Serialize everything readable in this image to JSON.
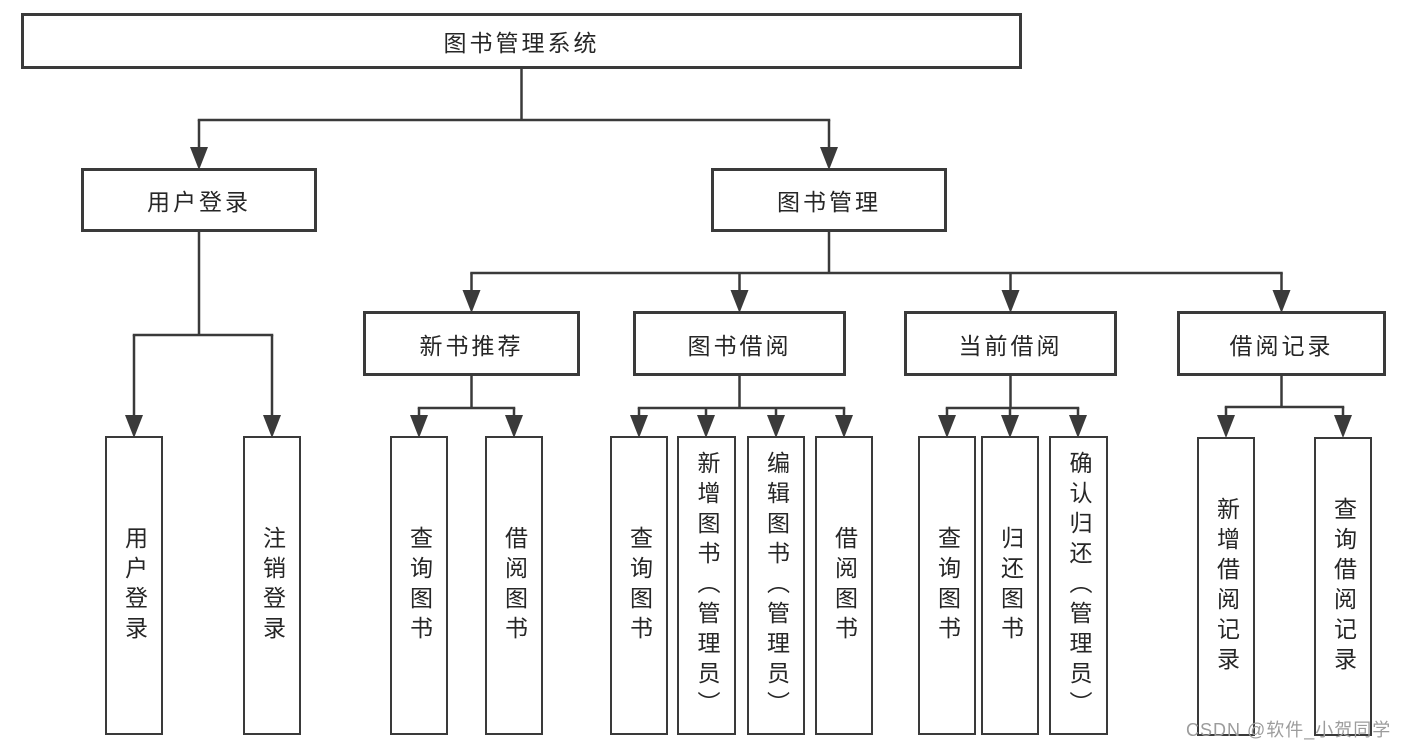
{
  "title": "图书管理系统",
  "colors": {
    "line": "#3a3a3a",
    "text": "#262626",
    "box_background": "#ffffff",
    "watermark": "#9c9c9c"
  },
  "watermark": {
    "text": "CSDN @软件_小贺同学"
  },
  "tree": {
    "root": {
      "label": "图书管理系统",
      "children": [
        {
          "label": "用户登录",
          "children": [
            {
              "label": "用户登录"
            },
            {
              "label": "注销登录"
            }
          ]
        },
        {
          "label": "图书管理",
          "children": [
            {
              "label": "新书推荐",
              "children": [
                {
                  "label": "查询图书"
                },
                {
                  "label": "借阅图书"
                }
              ]
            },
            {
              "label": "图书借阅",
              "children": [
                {
                  "label": "查询图书"
                },
                {
                  "label": "新增图书（管理员）"
                },
                {
                  "label": "编辑图书（管理员）"
                },
                {
                  "label": "借阅图书"
                }
              ]
            },
            {
              "label": "当前借阅",
              "children": [
                {
                  "label": "查询图书"
                },
                {
                  "label": "归还图书"
                },
                {
                  "label": "确认归还（管理员）"
                }
              ]
            },
            {
              "label": "借阅记录",
              "children": [
                {
                  "label": "新增借阅记录"
                },
                {
                  "label": "查询借阅记录"
                }
              ]
            }
          ]
        }
      ]
    }
  }
}
